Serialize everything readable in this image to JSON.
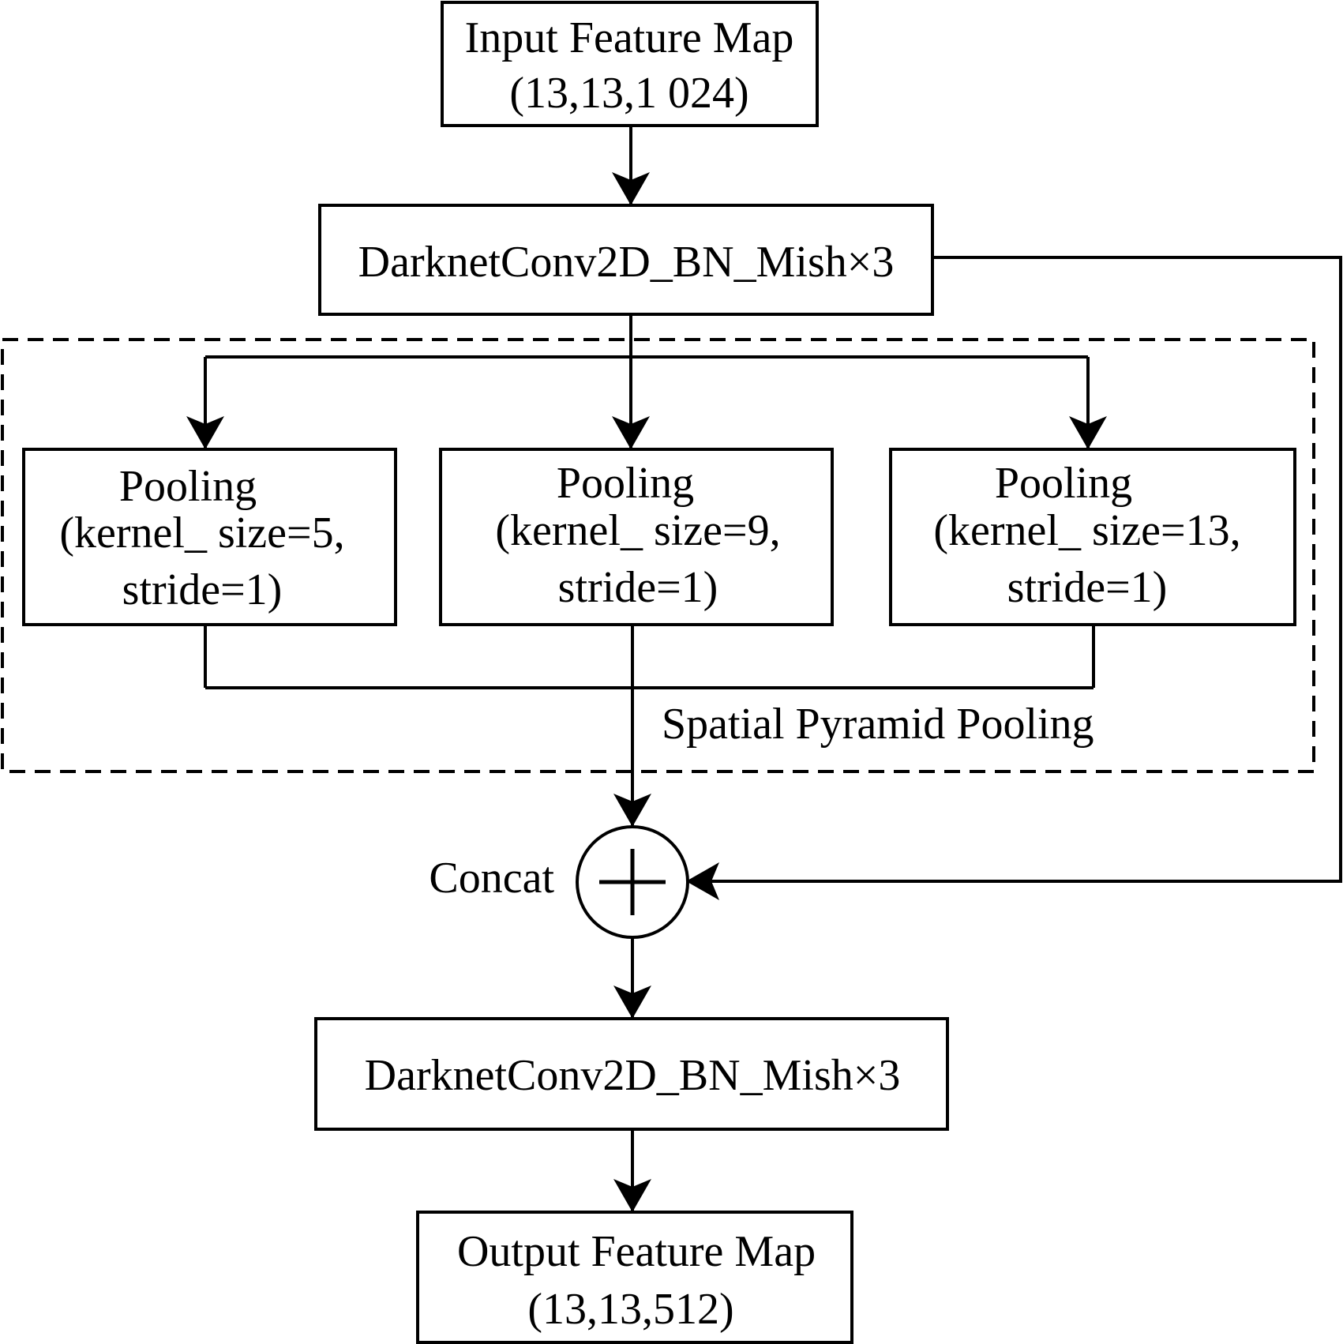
{
  "nodes": {
    "input": {
      "line1": "Input Feature Map",
      "line2": "(13,13,1 024)"
    },
    "conv_top": {
      "label": "DarknetConv2D_BN_Mish×3"
    },
    "pool_5": {
      "line1": "Pooling",
      "line2": "(kernel_ size=5,",
      "line3": "stride=1)"
    },
    "pool_9": {
      "line1": "Pooling",
      "line2": "(kernel_ size=9,",
      "line3": "stride=1)"
    },
    "pool_13": {
      "line1": "Pooling",
      "line2": "(kernel_ size=13,",
      "line3": "stride=1)"
    },
    "concat": {
      "label": "Concat"
    },
    "conv_bottom": {
      "label": "DarknetConv2D_BN_Mish×3"
    },
    "output": {
      "line1": "Output Feature Map",
      "line2": "(13,13,512)"
    }
  },
  "groups": {
    "spp": {
      "label": "Spatial Pyramid Pooling"
    }
  },
  "style": {
    "stroke_color": "#000000",
    "background_color": "#ffffff"
  }
}
